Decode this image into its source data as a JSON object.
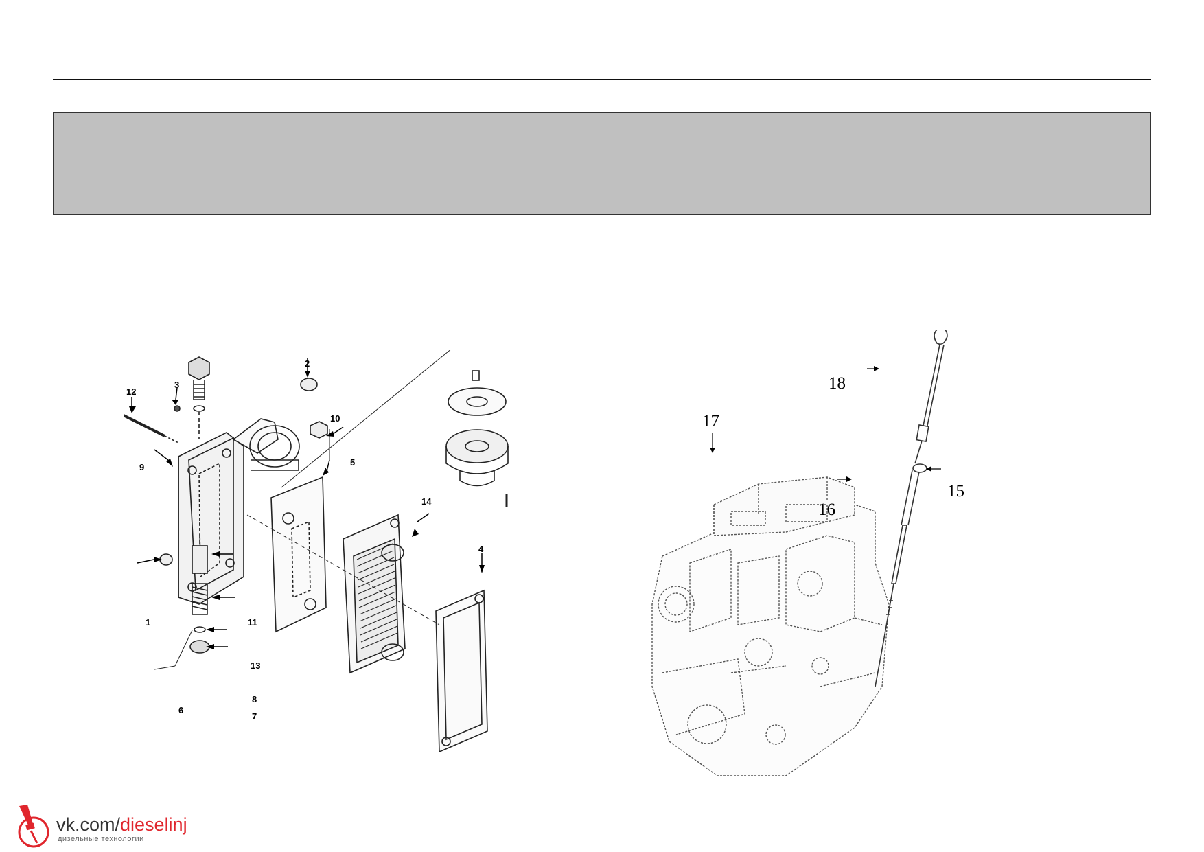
{
  "page": {
    "header_rule": true,
    "banner_color": "#c0c0c0"
  },
  "left_figure": {
    "callouts": [
      "1",
      "2",
      "3",
      "4",
      "5",
      "6",
      "7",
      "8",
      "9",
      "10",
      "11",
      "12",
      "13",
      "14"
    ]
  },
  "right_figure": {
    "callouts": [
      "15",
      "16",
      "17",
      "18"
    ]
  },
  "watermark": {
    "url_prefix": "vk.com/",
    "url_accent": "dieselinj",
    "subtitle": "дизельные технологии",
    "accent_color": "#e0262d"
  }
}
